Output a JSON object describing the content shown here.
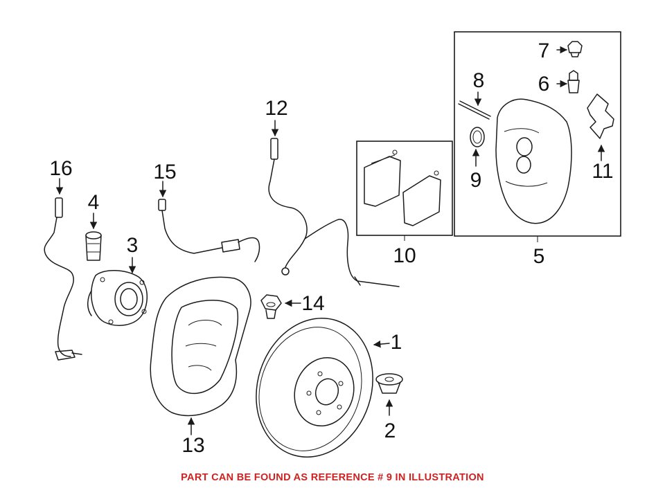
{
  "callouts": {
    "c1": "1",
    "c2": "2",
    "c3": "3",
    "c4": "4",
    "c5": "5",
    "c6": "6",
    "c7": "7",
    "c8": "8",
    "c9": "9",
    "c10": "10",
    "c11": "11",
    "c12": "12",
    "c13": "13",
    "c14": "14",
    "c15": "15",
    "c16": "16"
  },
  "caption": "PART CAN BE FOUND AS REFERENCE # 9 IN ILLUSTRATION",
  "colors": {
    "caption": "#cc2222",
    "line": "#1a1a1a"
  }
}
